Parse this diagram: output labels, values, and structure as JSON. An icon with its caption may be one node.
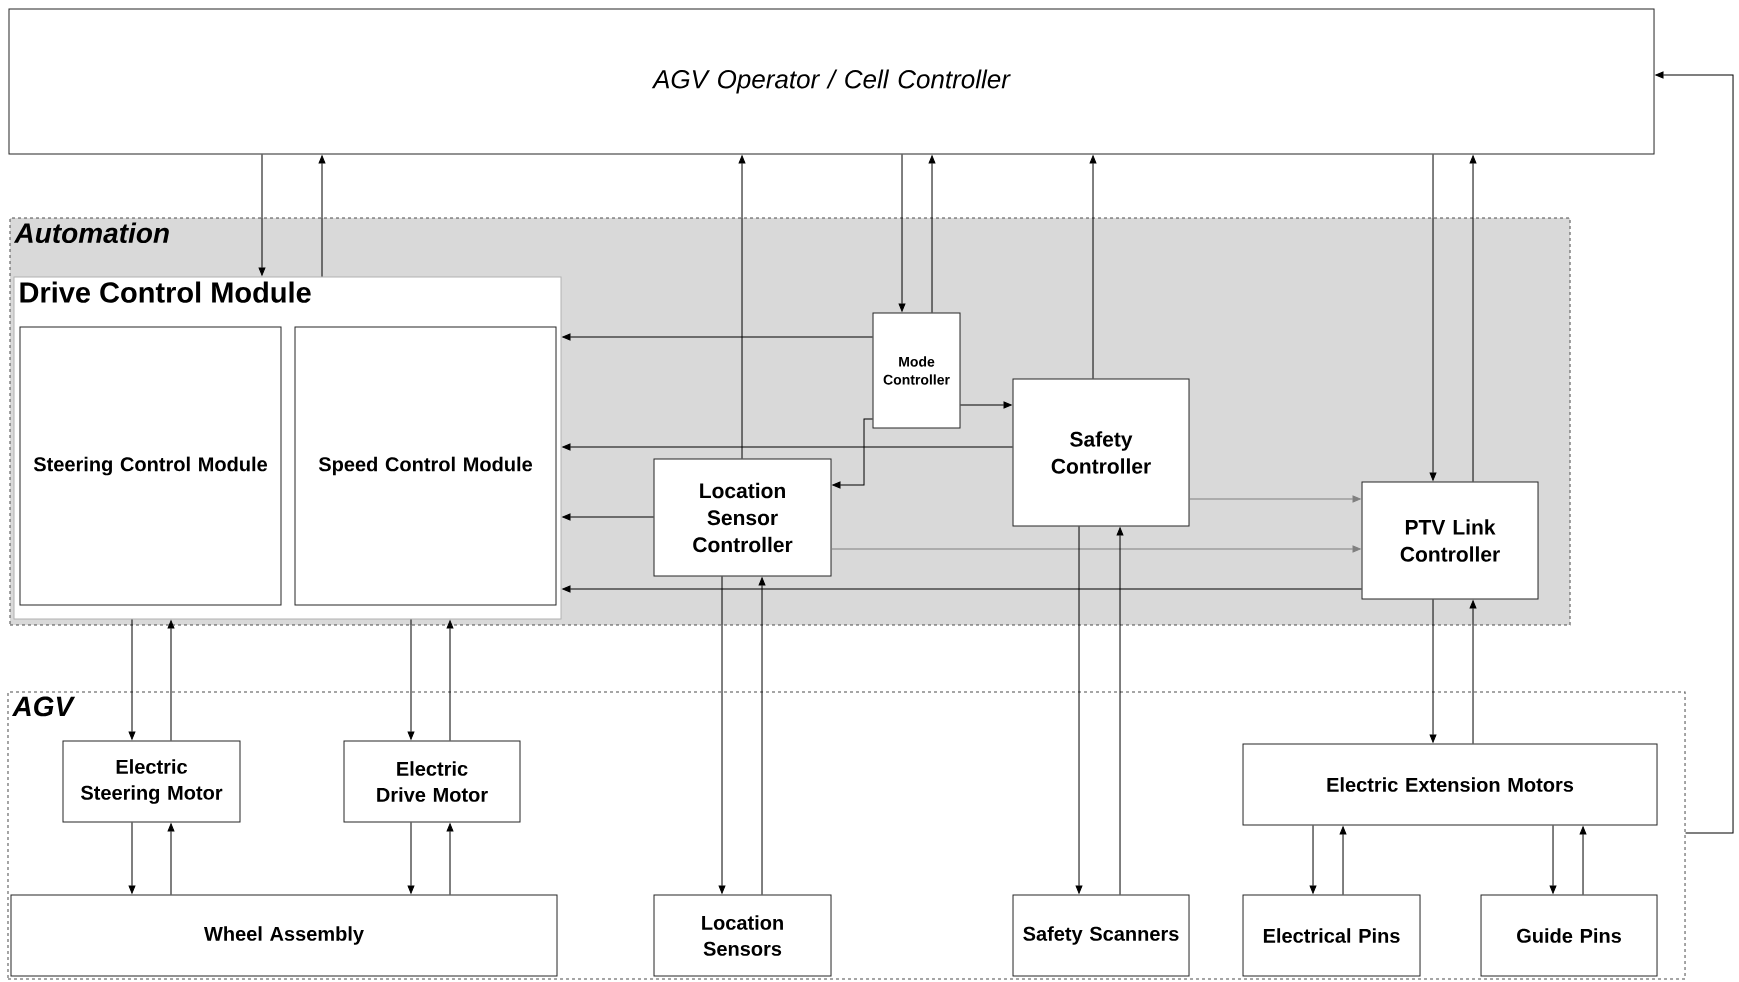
{
  "diagram": {
    "nodes": [
      {
        "text": [
          "AGV Operator / Cell Controller"
        ]
      },
      {
        "text": [
          "Automation"
        ]
      },
      {
        "text": [
          "Drive Control Module"
        ],
        "in": 1
      },
      {
        "text": [
          "Steering Control Module"
        ],
        "in": 2
      },
      {
        "text": [
          "Speed Control Module"
        ],
        "in": 2
      },
      {
        "text": [
          "Mode Controller"
        ],
        "in": 1
      },
      {
        "text": [
          "Location Sensor Controller"
        ],
        "in": 1
      },
      {
        "text": [
          "Safety Controller"
        ],
        "in": 1
      },
      {
        "text": [
          "PTV Link Controller"
        ],
        "in": 1
      },
      {
        "text": [
          "AGV"
        ]
      },
      {
        "text": [
          "Electric Steering Motor"
        ],
        "in": 9
      },
      {
        "text": [
          "Electric Drive Motor"
        ],
        "in": 9
      },
      {
        "text": [
          "Electric Extension Motors"
        ],
        "in": 9
      },
      {
        "text": [
          "Wheel Assembly"
        ],
        "in": 9
      },
      {
        "text": [
          "Location Sensors"
        ],
        "in": 9
      },
      {
        "text": [
          "Safety Scanners"
        ],
        "in": 9
      },
      {
        "text": [
          "Electrical Pins"
        ],
        "in": 9
      },
      {
        "text": [
          "Guide Pins"
        ],
        "in": 9
      }
    ],
    "edges": [
      {
        "from": 0,
        "to": 2,
        "arrow": "to"
      },
      {
        "from": 2,
        "to": 0,
        "arrow": "to"
      },
      {
        "from": 6,
        "to": 0,
        "arrow": "to"
      },
      {
        "from": 0,
        "to": 5,
        "arrow": "to"
      },
      {
        "from": 5,
        "to": 0,
        "arrow": "to"
      },
      {
        "from": 7,
        "to": 0,
        "arrow": "to"
      },
      {
        "from": 0,
        "to": 8,
        "arrow": "to"
      },
      {
        "from": 8,
        "to": 0,
        "arrow": "to"
      },
      {
        "from": 5,
        "to": 2,
        "arrow": "to"
      },
      {
        "from": 5,
        "to": 7,
        "arrow": "to"
      },
      {
        "from": 5,
        "to": 6,
        "arrow": "to"
      },
      {
        "from": 7,
        "to": 2,
        "arrow": "to"
      },
      {
        "from": 6,
        "to": 2,
        "arrow": "to"
      },
      {
        "from": 7,
        "to": 8,
        "arrow": "to",
        "color": "#808080"
      },
      {
        "from": 6,
        "to": 8,
        "arrow": "to",
        "color": "#808080"
      },
      {
        "from": 8,
        "to": 2,
        "arrow": "to"
      },
      {
        "from": 2,
        "to": 10,
        "arrow": "to"
      },
      {
        "from": 10,
        "to": 2,
        "arrow": "to"
      },
      {
        "from": 2,
        "to": 11,
        "arrow": "to"
      },
      {
        "from": 11,
        "to": 2,
        "arrow": "to"
      },
      {
        "from": 10,
        "to": 13,
        "arrow": "to"
      },
      {
        "from": 13,
        "to": 10,
        "arrow": "to"
      },
      {
        "from": 11,
        "to": 13,
        "arrow": "to"
      },
      {
        "from": 13,
        "to": 11,
        "arrow": "to"
      },
      {
        "from": 6,
        "to": 14,
        "arrow": "to"
      },
      {
        "from": 14,
        "to": 6,
        "arrow": "to"
      },
      {
        "from": 7,
        "to": 15,
        "arrow": "to"
      },
      {
        "from": 15,
        "to": 7,
        "arrow": "to"
      },
      {
        "from": 8,
        "to": 12,
        "arrow": "to"
      },
      {
        "from": 12,
        "to": 8,
        "arrow": "to"
      },
      {
        "from": 12,
        "to": 16,
        "arrow": "to"
      },
      {
        "from": 16,
        "to": 12,
        "arrow": "to"
      },
      {
        "from": 12,
        "to": 17,
        "arrow": "to"
      },
      {
        "from": 17,
        "to": 12,
        "arrow": "to"
      },
      {
        "from": 9,
        "to": 0,
        "arrow": "to"
      }
    ]
  }
}
